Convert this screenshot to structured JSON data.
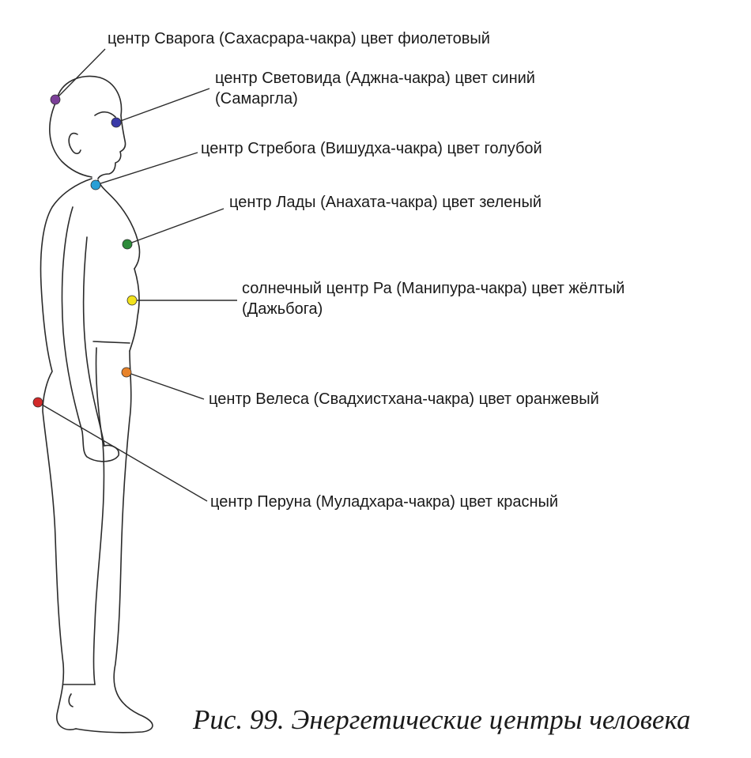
{
  "labels": {
    "crown": {
      "line1": "центр Сварога (Сахасрара-чакра) цвет фиолетовый",
      "line2": ""
    },
    "brow": {
      "line1": "центр Световида (Аджна-чакра) цвет синий",
      "line2": "(Самаргла)"
    },
    "throat": {
      "line1": "центр Стребога (Вишудха-чакра) цвет голубой",
      "line2": ""
    },
    "heart": {
      "line1": "центр Лады (Анахата-чакра) цвет зеленый",
      "line2": ""
    },
    "solar": {
      "line1": "солнечный центр Ра (Манипура-чакра) цвет жёлтый",
      "line2": "(Дажьбога)"
    },
    "sacral": {
      "line1": "центр Велеса (Свадхистхана-чакра) цвет оранжевый",
      "line2": ""
    },
    "root": {
      "line1": "центр Перуна (Муладхара-чакра) цвет красный",
      "line2": ""
    }
  },
  "caption": "Рис. 99. Энергетические центры человека",
  "colors": {
    "crown": "#7b3f98",
    "brow": "#3a3aa8",
    "throat": "#2a9fd6",
    "heart": "#2e8b3a",
    "solar": "#f2e21c",
    "sacral": "#e8832a",
    "root": "#d22a2a",
    "outline": "#2b2b2b"
  }
}
